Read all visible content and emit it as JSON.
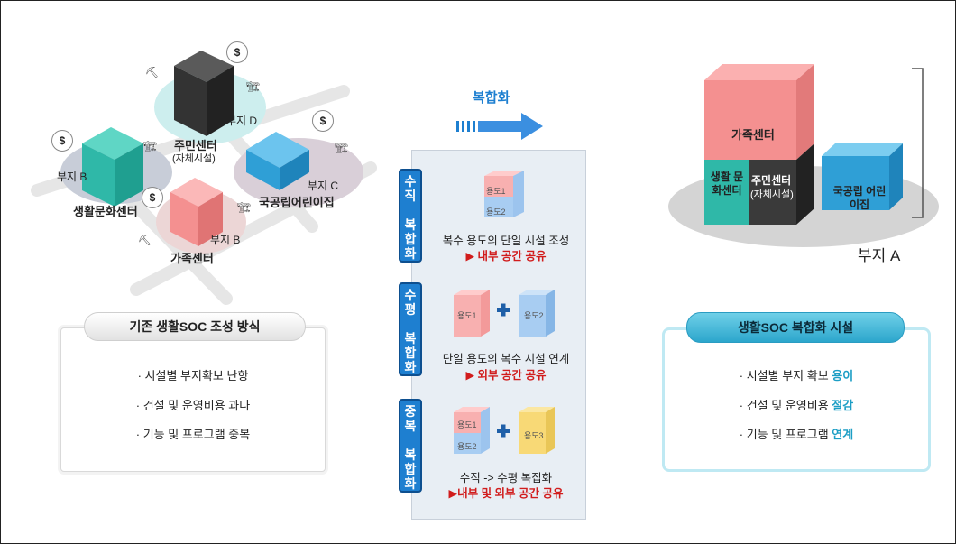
{
  "left": {
    "buildings": {
      "community_center": "주민센터",
      "community_center_sub": "(자체시설)",
      "culture_center": "생활문화센터",
      "family_center": "가족센터",
      "childcare": "국공립어린이집"
    },
    "sites": {
      "d": "부지 D",
      "b1": "부지 B",
      "c": "부지 C",
      "b2": "부지 B"
    },
    "money_symbol": "$",
    "box_title": "기존 생활SOC 조성 방식",
    "items": [
      "· 시설별 부지확보 난항",
      "· 건설 및 운영비용 과다",
      "· 기능 및 프로그램 중복"
    ]
  },
  "middle": {
    "title": "복합화",
    "sections": [
      {
        "tab": "수직복합화",
        "caption": "복수 용도의 단일 시설 조성",
        "note": "▶ 내부 공간 공유",
        "tags": [
          "용도1",
          "용도2"
        ]
      },
      {
        "tab": "수평복합화",
        "caption": "단일 용도의 복수 시설 연계",
        "note": "▶ 외부 공간 공유",
        "tags": [
          "용도1",
          "용도2"
        ]
      },
      {
        "tab": "중복복합화",
        "caption": "수직 -> 수평 복집화",
        "note": "▶내부 및 외부 공간 공유",
        "tags": [
          "용도1",
          "용도2",
          "용도3"
        ]
      }
    ]
  },
  "right": {
    "family_center": "가족센터",
    "culture_center": "생활 문화센터",
    "community_center": "주민센터",
    "community_center_sub": "(자체시설)",
    "childcare": "국공립 어린이집",
    "site": "부지 A",
    "box_title": "생활SOC 복합화 시설",
    "items": [
      {
        "text": "· 시설별 부지 확보 ",
        "highlight": "용이"
      },
      {
        "text": "· 건설 및 운영비용 ",
        "highlight": "절감"
      },
      {
        "text": "· 기능 및 프로그램 ",
        "highlight": "연계"
      }
    ]
  },
  "colors": {
    "teal": "#2fb8a8",
    "pink": "#f49090",
    "dark": "#3a3a3a",
    "blue": "#2f9fd6",
    "accent": "#1e7fd0",
    "red": "#d11c1c"
  }
}
